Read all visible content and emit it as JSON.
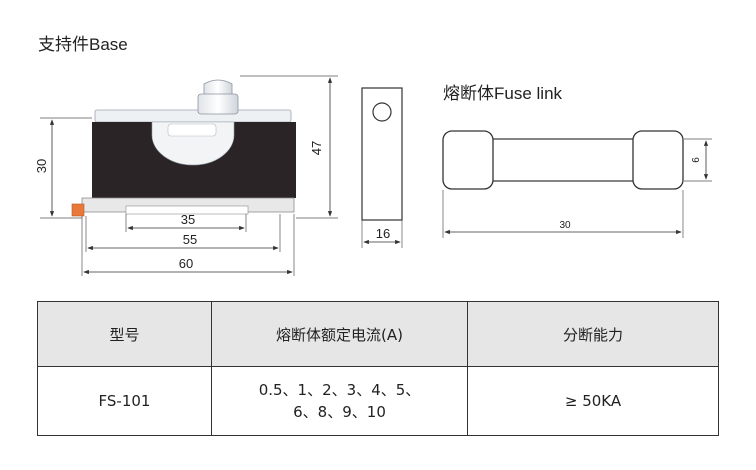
{
  "base": {
    "title": "支持件Base",
    "dim_height": "30",
    "dim_total_height": "47",
    "dim_inner": "35",
    "dim_mid": "55",
    "dim_outer": "60"
  },
  "side_view": {
    "dim_width": "16"
  },
  "fuse_link": {
    "title": "熔断体Fuse link",
    "dim_length": "30",
    "dim_diameter": "6"
  },
  "table": {
    "headers": [
      "型号",
      "熔断体额定电流(A)",
      "分断能力"
    ],
    "row": {
      "model": "FS-101",
      "currents_line1": "0.5、1、2、3、4、5、",
      "currents_line2": "6、8、9、10",
      "breaking": "≥ 50KA"
    }
  },
  "colors": {
    "body": "#2a2426",
    "rail": "#e8e8e8",
    "terminal": "#e8793a",
    "header_bg": "#e6e6e6"
  }
}
